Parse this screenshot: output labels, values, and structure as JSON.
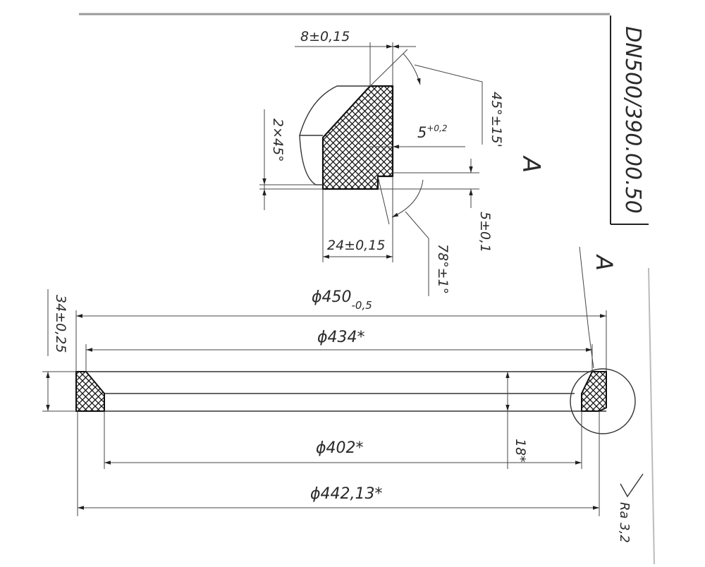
{
  "drawing": {
    "designation": "DN500/390.00.50",
    "view_label": "A",
    "roughness": "Ra 3,2"
  },
  "detail": {
    "dim_width_top": "8±0,15",
    "dim_angle_45": "45°±15'",
    "dim_chamfer": "2×45°",
    "dim_depth_5": "5",
    "dim_depth_5_tol": "+0,2",
    "dim_height_5": "5±0,1",
    "dim_width_24": "24±0,15",
    "dim_angle_78": "78°±1°"
  },
  "main_view": {
    "dim_outer_dia": "ϕ450",
    "dim_outer_dia_tol": "-0,5",
    "dim_434": "ϕ434*",
    "dim_402": "ϕ402*",
    "dim_44213": "ϕ442,13*",
    "dim_height": "34±0,25",
    "dim_18": "18*",
    "section_mark": "A"
  }
}
